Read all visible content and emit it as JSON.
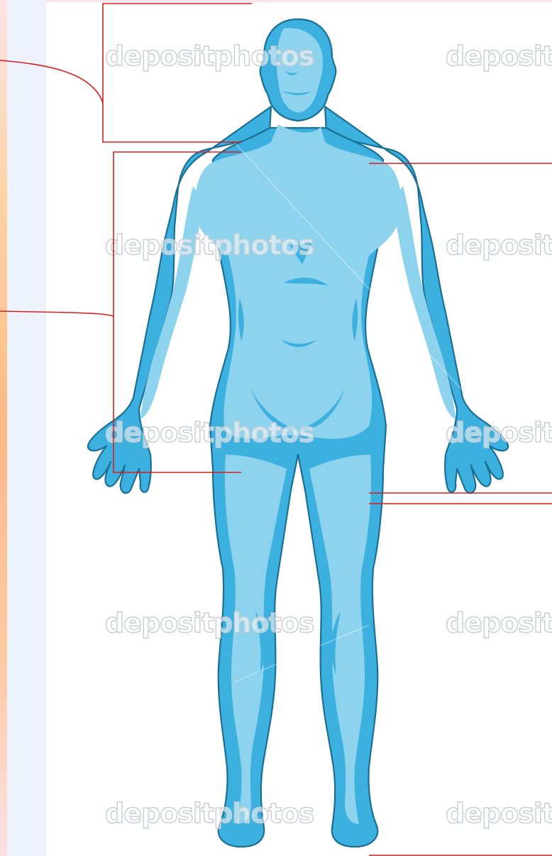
{
  "diagram": {
    "watermark_text": "depositphotos",
    "colors": {
      "body_light": "#8ed3ee",
      "body_shadow": "#3cb0df",
      "outline": "#1b6f92",
      "leader_line": "#d81e1e",
      "side_panel": "#edf2fb"
    },
    "label_placeholders": [
      "head-bracket-label",
      "chest-label",
      "upper-body-bracket-label",
      "thigh-label-upper",
      "thigh-label-lower",
      "foot-label"
    ]
  }
}
